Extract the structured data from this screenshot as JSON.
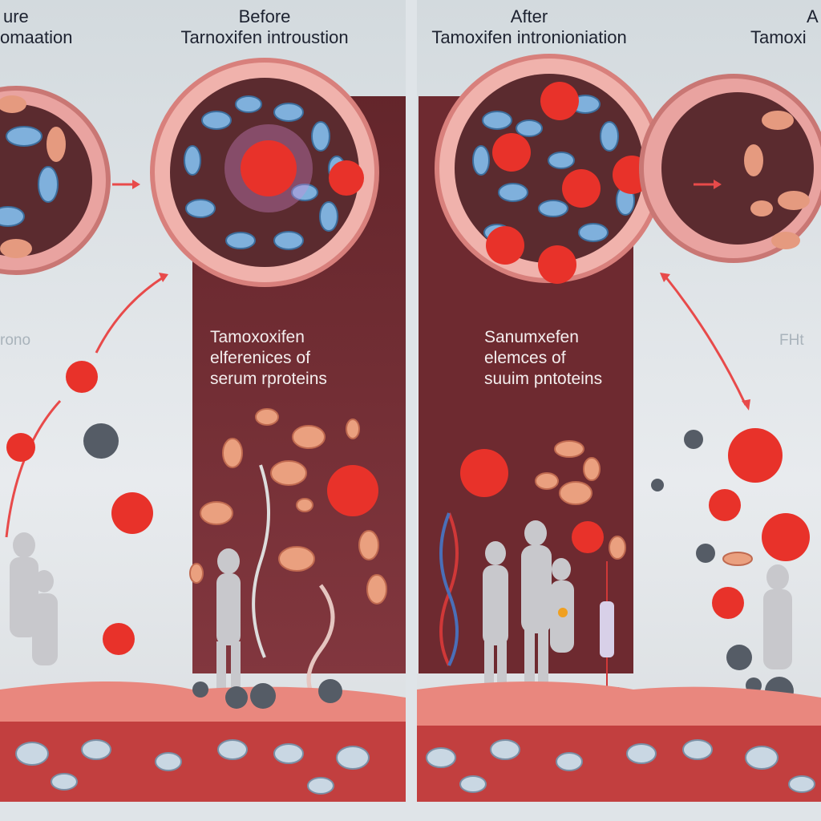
{
  "left_panel": {
    "partial_title_line1": "ure",
    "partial_title_line2": "omaation",
    "title_line1": "Before",
    "title_line2": "Tarnoxifen introustion",
    "side_label": "rono",
    "caption": [
      "Tamoxoxifen",
      "elferenices of",
      "serum rproteins"
    ]
  },
  "right_panel": {
    "title_line1": "After",
    "title_line2": "Tamoxifen intronioniation",
    "partial_title_line1": "A",
    "partial_title_line2": "Tamoxi",
    "side_label": "FHt",
    "caption": [
      "Sanumxefen",
      "elemces of",
      "suuim pntoteins"
    ]
  },
  "colors": {
    "background": "#dfe4e8",
    "maroon": "#6e2a30",
    "cell_red": "#e8322a",
    "vessel_pink": "#e8a0a0",
    "organelle_blue": "#7fb0dc"
  }
}
